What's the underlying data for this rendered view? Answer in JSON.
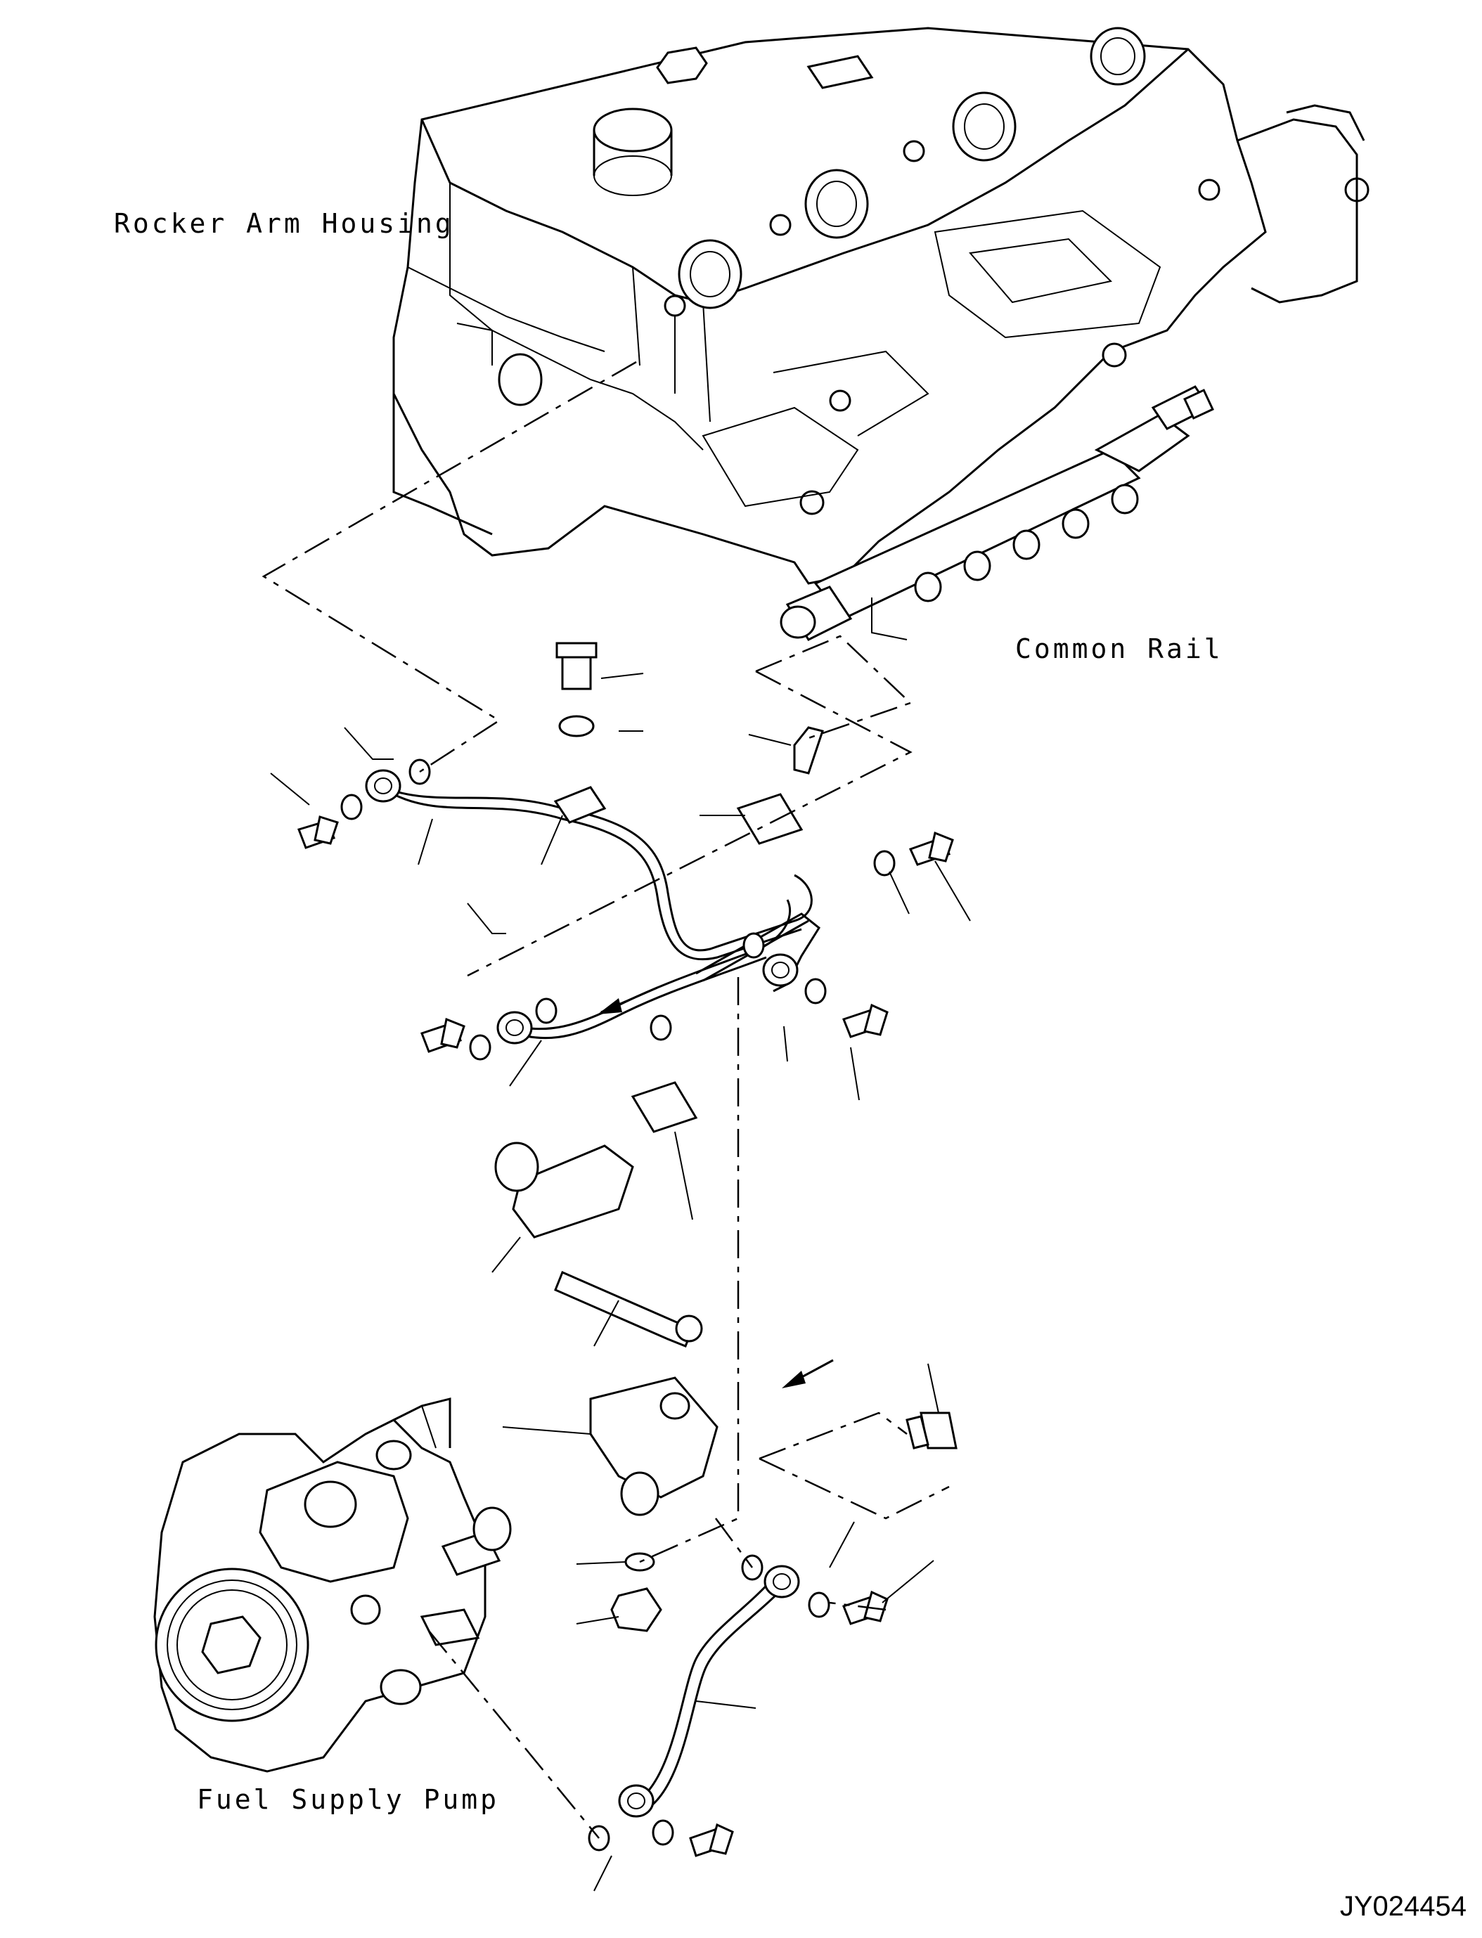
{
  "labels": {
    "rocker_arm_housing": "Rocker Arm Housing",
    "common_rail": "Common Rail",
    "fuel_supply_pump": "Fuel Supply Pump",
    "drawing_code": "JY024454"
  }
}
